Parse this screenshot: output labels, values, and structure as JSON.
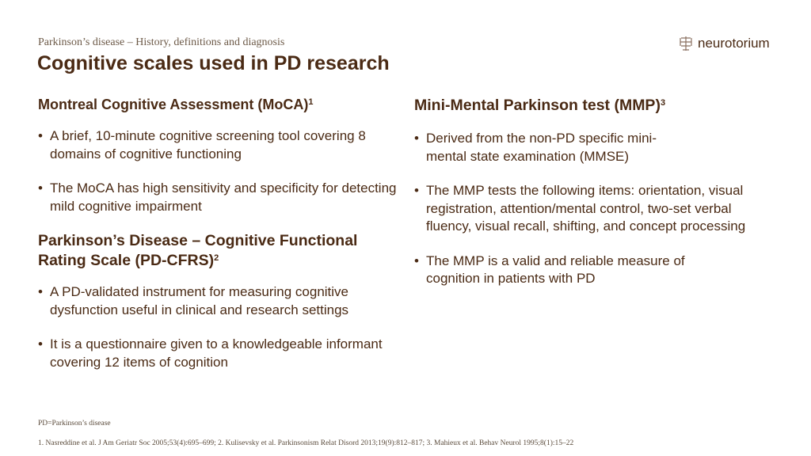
{
  "header": {
    "kicker": "Parkinson’s disease – History, definitions and diagnosis",
    "title": "Cognitive scales used in PD research",
    "logo_text": "neurotorium"
  },
  "left": {
    "sections": [
      {
        "heading": "Montreal Cognitive Assessment (MoCA)",
        "sup": "1",
        "bullets": [
          "A brief, 10-minute cognitive screening tool covering 8 domains of cognitive functioning",
          "The MoCA has high sensitivity and specificity for detecting mild cognitive impairment"
        ]
      },
      {
        "heading": "Parkinson’s Disease – Cognitive Functional Rating Scale (PD-CFRS)",
        "sup": "2",
        "bullets": [
          "A PD-validated instrument for measuring cognitive dysfunction useful in clinical and research settings",
          "It is a questionnaire given to a knowledgeable informant covering 12 items of cognition"
        ]
      }
    ]
  },
  "right": {
    "sections": [
      {
        "heading": "Mini-Mental Parkinson test (MMP)",
        "sup": "3",
        "bullets": [
          "Derived from the non-PD specific mini-mental state examination (MMSE)",
          "The MMP tests the following items: orientation, visual registration, attention/mental control, two-set verbal fluency, visual recall, shifting, and concept processing",
          "The MMP is a valid and reliable measure of cognition in patients with PD"
        ]
      }
    ]
  },
  "footer": {
    "abbreviation": "PD=Parkinson’s disease",
    "references": "1. Nasreddine et al. J Am Geriatr Soc 2005;53(4):695–699; 2. Kulisevsky et al. Parkinsonism Relat Disord 2013;19(9):812–817; 3. Mahieux et al. Behav Neurol 1995;8(1):15–22"
  }
}
